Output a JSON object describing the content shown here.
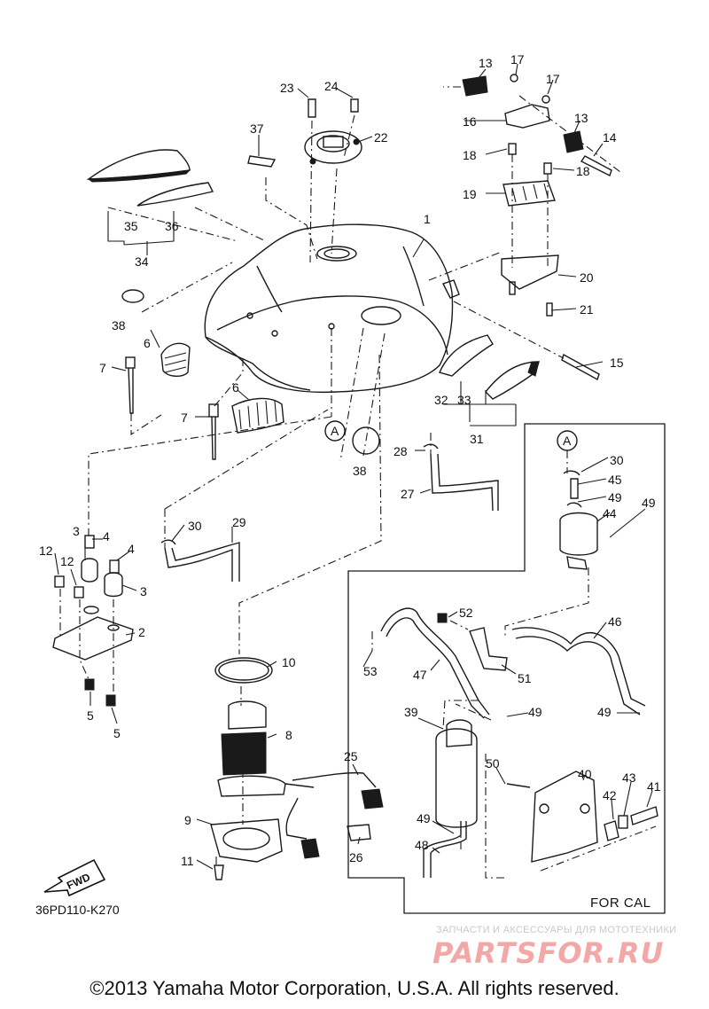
{
  "diagram": {
    "drawing_code": "36PD110-K270",
    "for_cal_label": "FOR CAL",
    "fwd_label": "FWD",
    "copyright": "©2013 Yamaha Motor Corporation, U.S.A. All rights reserved.",
    "watermark": {
      "tagline": "ЗАПЧАСТИ И АКСЕССУАРЫ ДЛЯ МОТОТЕХНИКИ",
      "logo": "PARTSFOR.RU"
    },
    "callouts": [
      "1",
      "2",
      "3",
      "3",
      "4",
      "4",
      "5",
      "5",
      "6",
      "6",
      "7",
      "7",
      "8",
      "9",
      "10",
      "11",
      "12",
      "12",
      "13",
      "13",
      "14",
      "15",
      "16",
      "17",
      "17",
      "18",
      "18",
      "19",
      "20",
      "21",
      "22",
      "23",
      "24",
      "25",
      "26",
      "27",
      "28",
      "29",
      "30",
      "30",
      "31",
      "32",
      "33",
      "34",
      "35",
      "36",
      "37",
      "38",
      "38",
      "39",
      "40",
      "41",
      "42",
      "43",
      "44",
      "45",
      "46",
      "47",
      "48",
      "49",
      "49",
      "49",
      "49",
      "49",
      "50",
      "51",
      "52",
      "53"
    ],
    "reference_markers": [
      "A",
      "A"
    ]
  }
}
